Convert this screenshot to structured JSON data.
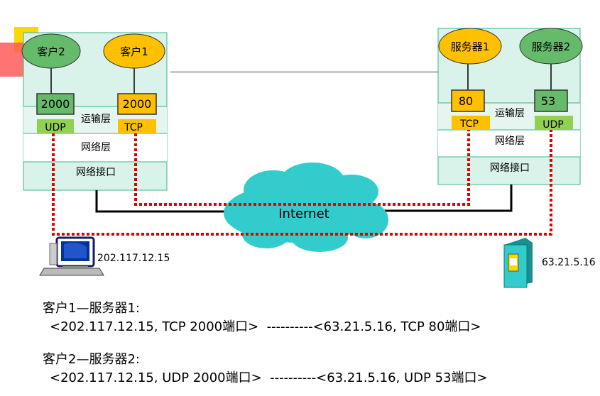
{
  "left_host": {
    "process_a": "客户2",
    "process_b": "客户1",
    "port_a": "2000",
    "port_b": "2000",
    "proto_a": "UDP",
    "proto_b": "TCP",
    "transport_layer": "运输层",
    "network_layer": "网络层",
    "interface_layer": "网络接口",
    "ip": "202.117.12.15"
  },
  "right_host": {
    "process_a": "服务器1",
    "process_b": "服务器2",
    "port_a": "80",
    "port_b": "53",
    "proto_a": "TCP",
    "proto_b": "UDP",
    "transport_layer": "运输层",
    "network_layer": "网络层",
    "interface_layer": "网络接口",
    "ip": "63.21.5.16"
  },
  "cloud_label": "Internet",
  "captions": {
    "pair1_title": "客户1—服务器1:",
    "pair1_detail": "<202.117.12.15, TCP 2000端口>  ----------<63.21.5.16, TCP 80端口>",
    "pair2_title": "客户2—服务器2:",
    "pair2_detail": "<202.117.12.15, UDP 2000端口>  ----------<63.21.5.16, UDP 53端口>"
  },
  "colors": {
    "host_fill": "#d9f2ea",
    "host_border": "#3cb48c",
    "process_green": "#66bb6a",
    "process_orange": "#ffc000",
    "udp_green": "#92d050",
    "dotted_red": "#e00000",
    "cloud": "#33cccc"
  },
  "icons": [
    "computer-icon",
    "server-icon"
  ]
}
